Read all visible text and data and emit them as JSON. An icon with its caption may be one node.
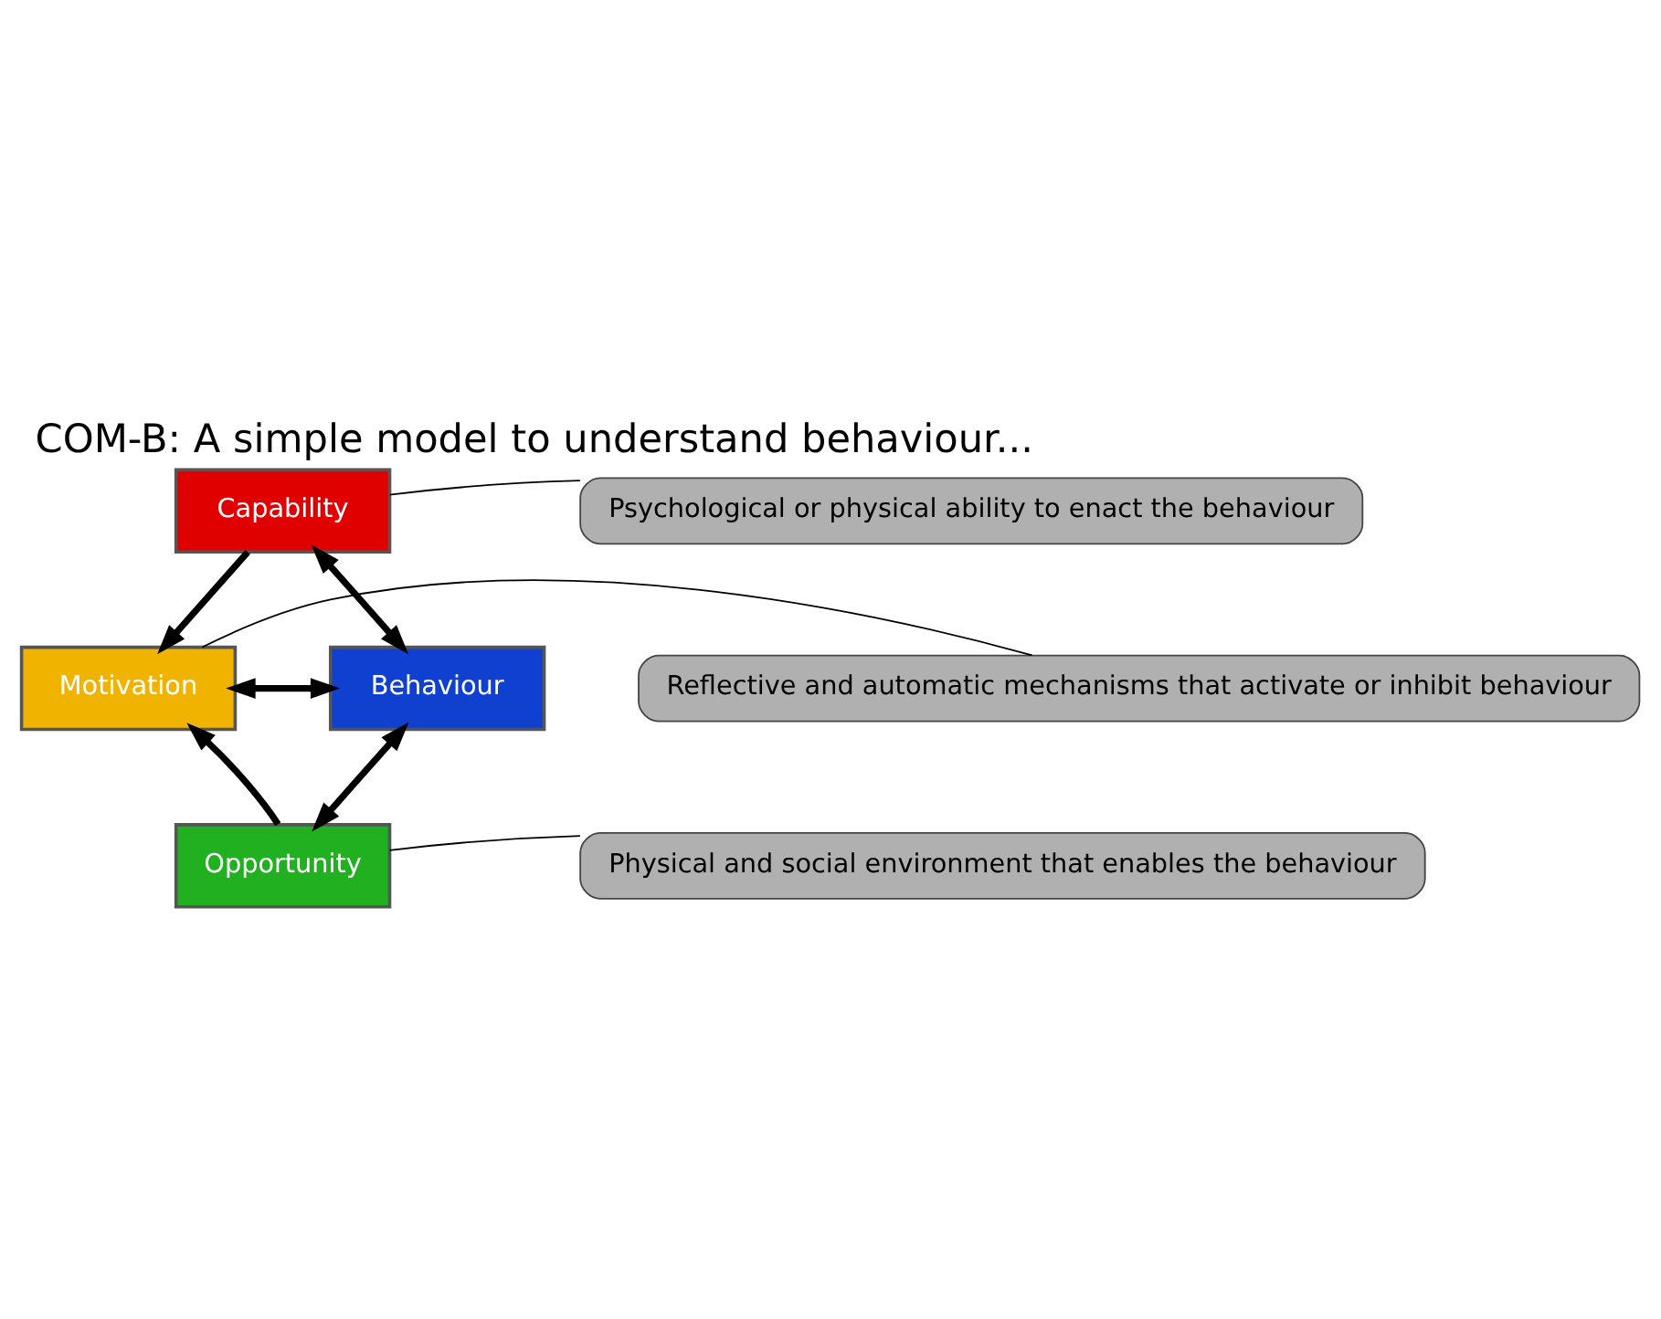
{
  "diagram": {
    "title": "COM-B: A simple model to understand behaviour...",
    "nodes": [
      {
        "text": [
          "Capability"
        ]
      },
      {
        "text": [
          "Motivation"
        ]
      },
      {
        "text": [
          "Opportunity"
        ]
      },
      {
        "text": [
          "Behaviour"
        ]
      },
      {
        "text": [
          "Psychological or physical ability to enact the behaviour"
        ]
      },
      {
        "text": [
          "Reflective and automatic mechanisms that activate or inhibit behaviour"
        ]
      },
      {
        "text": [
          "Physical and social environment that enables the behaviour"
        ]
      }
    ],
    "edges": [
      {
        "from": 0,
        "to": 1,
        "arrow": "to"
      },
      {
        "from": 2,
        "to": 1,
        "arrow": "to"
      },
      {
        "from": 1,
        "to": 3,
        "arrow": "both"
      },
      {
        "from": 0,
        "to": 3,
        "arrow": "both"
      },
      {
        "from": 2,
        "to": 3,
        "arrow": "both"
      },
      {
        "from": 4,
        "to": 0,
        "arrow": "none"
      },
      {
        "from": 5,
        "to": 1,
        "arrow": "none"
      },
      {
        "from": 6,
        "to": 2,
        "arrow": "none"
      }
    ]
  }
}
